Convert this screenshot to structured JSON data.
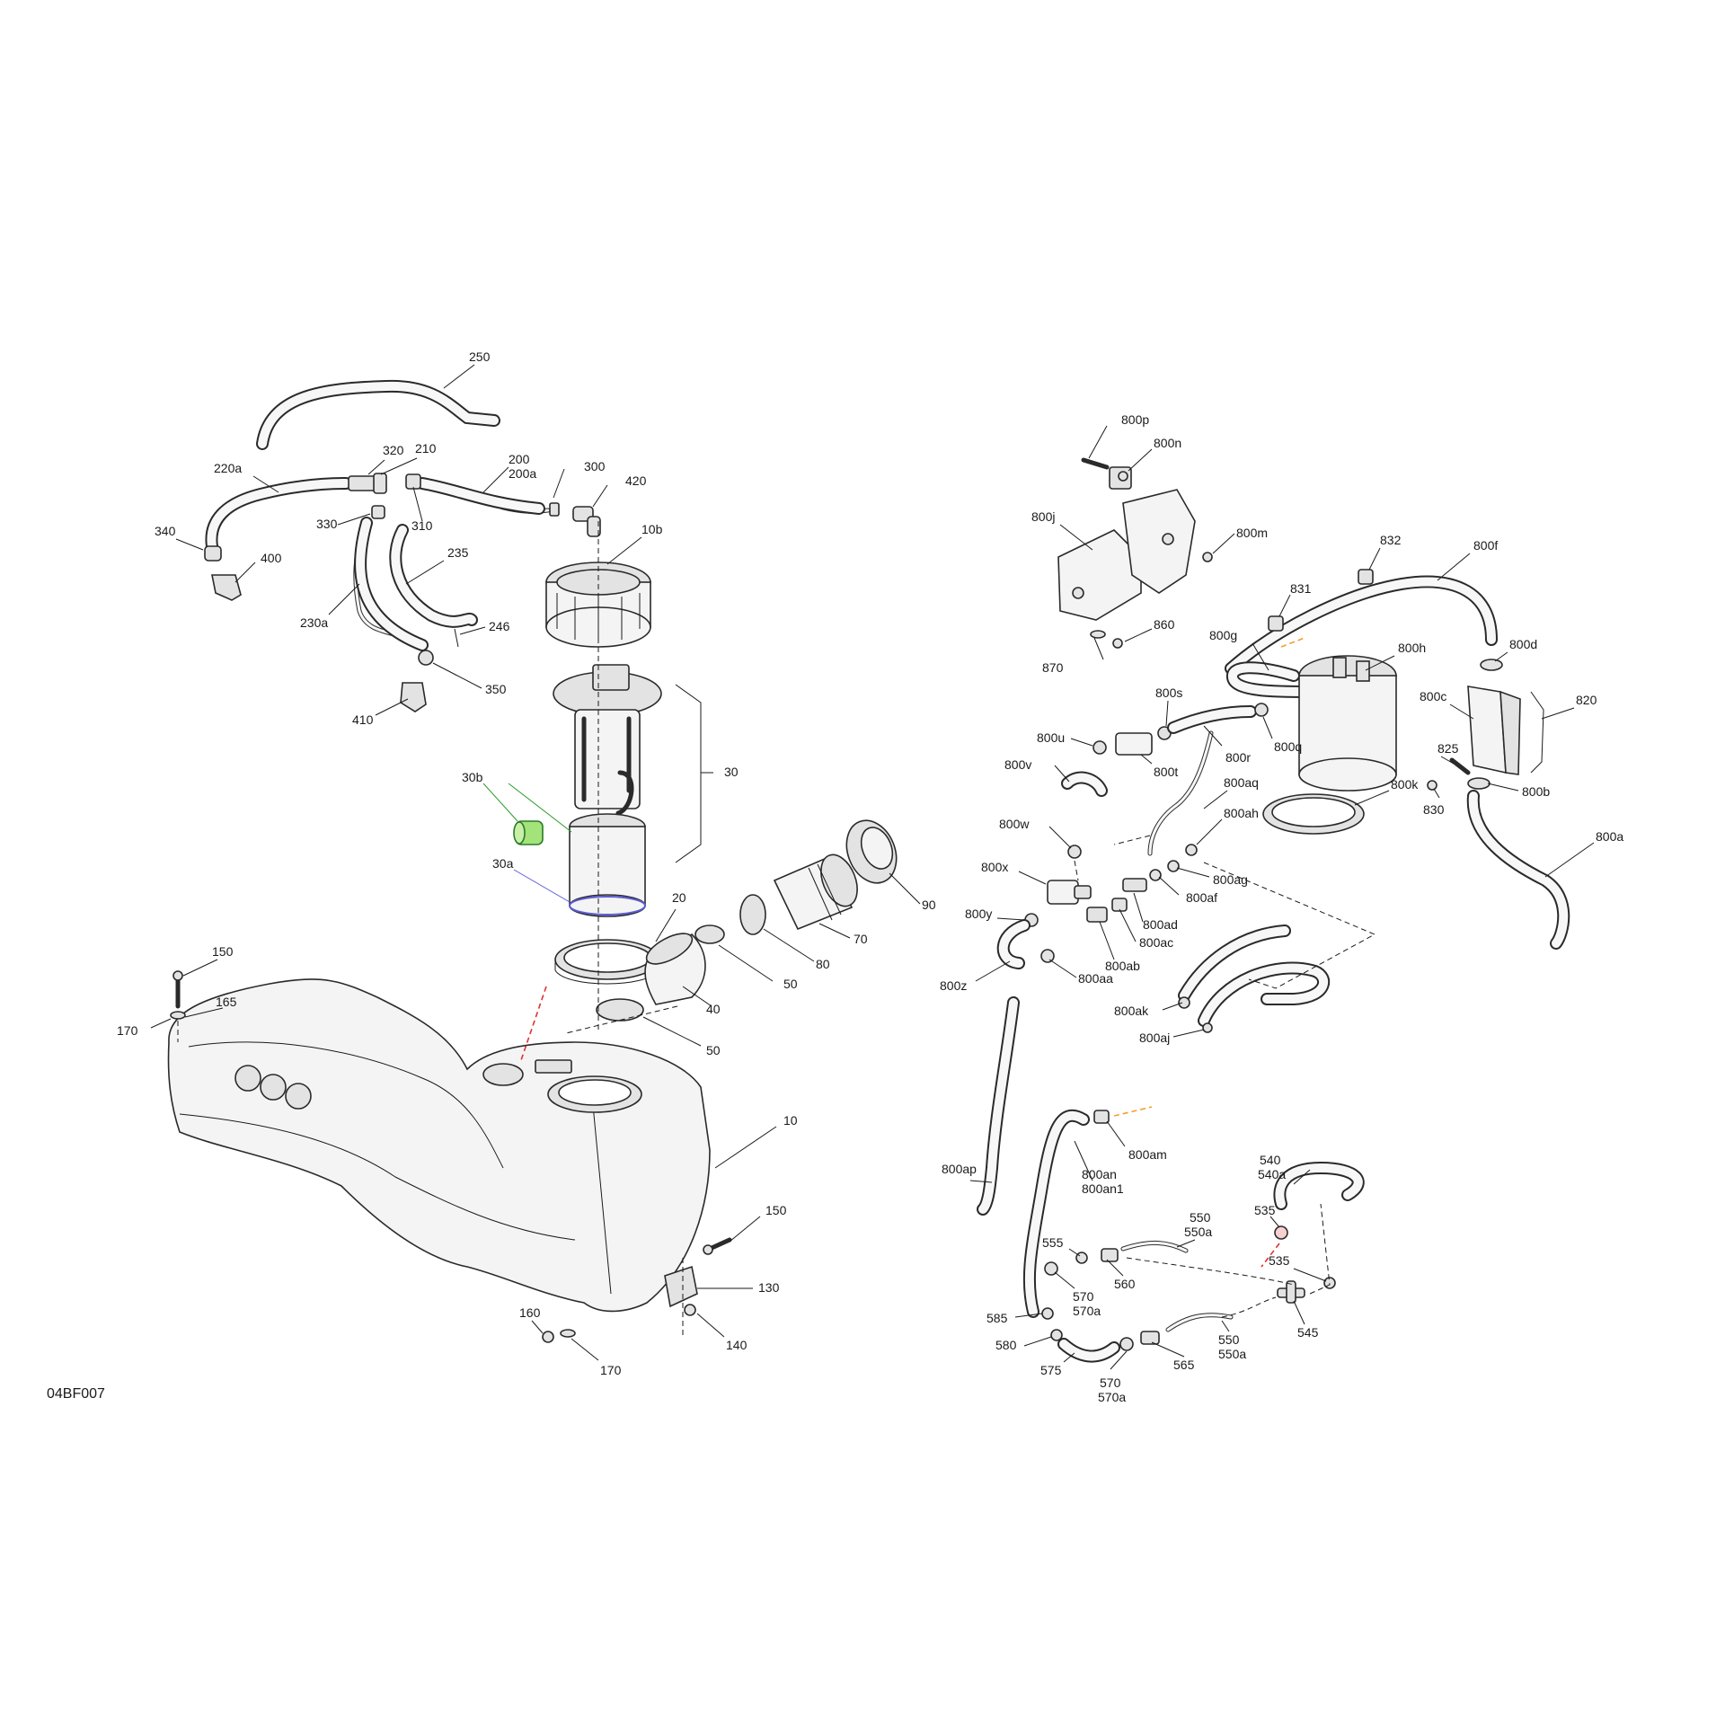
{
  "diagram": {
    "reference_code": "04BF007",
    "labels": [
      {
        "id": "l250",
        "text": "250"
      },
      {
        "id": "l220a",
        "text": "220a"
      },
      {
        "id": "l320",
        "text": "320"
      },
      {
        "id": "l210",
        "text": "210"
      },
      {
        "id": "l200",
        "text": "200"
      },
      {
        "id": "l200a",
        "text": "200a"
      },
      {
        "id": "l300",
        "text": "300"
      },
      {
        "id": "l420",
        "text": "420"
      },
      {
        "id": "l340",
        "text": "340"
      },
      {
        "id": "l330",
        "text": "330"
      },
      {
        "id": "l310",
        "text": "310"
      },
      {
        "id": "l235",
        "text": "235"
      },
      {
        "id": "l10b",
        "text": "10b"
      },
      {
        "id": "l400",
        "text": "400"
      },
      {
        "id": "l230a",
        "text": "230a"
      },
      {
        "id": "l246",
        "text": "246"
      },
      {
        "id": "l350",
        "text": "350"
      },
      {
        "id": "l410",
        "text": "410"
      },
      {
        "id": "l30",
        "text": "30"
      },
      {
        "id": "l30b",
        "text": "30b"
      },
      {
        "id": "l30a",
        "text": "30a"
      },
      {
        "id": "l20",
        "text": "20"
      },
      {
        "id": "l90",
        "text": "90"
      },
      {
        "id": "l70",
        "text": "70"
      },
      {
        "id": "l80",
        "text": "80"
      },
      {
        "id": "l50a",
        "text": "50"
      },
      {
        "id": "l40",
        "text": "40"
      },
      {
        "id": "l50b",
        "text": "50"
      },
      {
        "id": "l150a",
        "text": "150"
      },
      {
        "id": "l165",
        "text": "165"
      },
      {
        "id": "l170a",
        "text": "170"
      },
      {
        "id": "l10",
        "text": "10"
      },
      {
        "id": "l150b",
        "text": "150"
      },
      {
        "id": "l130",
        "text": "130"
      },
      {
        "id": "l140",
        "text": "140"
      },
      {
        "id": "l160",
        "text": "160"
      },
      {
        "id": "l170b",
        "text": "170"
      },
      {
        "id": "l800p",
        "text": "800p"
      },
      {
        "id": "l800n",
        "text": "800n"
      },
      {
        "id": "l800j",
        "text": "800j"
      },
      {
        "id": "l800m",
        "text": "800m"
      },
      {
        "id": "l832",
        "text": "832"
      },
      {
        "id": "l800f",
        "text": "800f"
      },
      {
        "id": "l831",
        "text": "831"
      },
      {
        "id": "l870",
        "text": "870"
      },
      {
        "id": "l860",
        "text": "860"
      },
      {
        "id": "l800g",
        "text": "800g"
      },
      {
        "id": "l800h",
        "text": "800h"
      },
      {
        "id": "l800d",
        "text": "800d"
      },
      {
        "id": "l800s",
        "text": "800s"
      },
      {
        "id": "l800c",
        "text": "800c"
      },
      {
        "id": "l820",
        "text": "820"
      },
      {
        "id": "l800u",
        "text": "800u"
      },
      {
        "id": "l800q",
        "text": "800q"
      },
      {
        "id": "l800v",
        "text": "800v"
      },
      {
        "id": "l800r",
        "text": "800r"
      },
      {
        "id": "l825",
        "text": "825"
      },
      {
        "id": "l800t",
        "text": "800t"
      },
      {
        "id": "l800aq",
        "text": "800aq"
      },
      {
        "id": "l800k",
        "text": "800k"
      },
      {
        "id": "l800b",
        "text": "800b"
      },
      {
        "id": "l830",
        "text": "830"
      },
      {
        "id": "l800w",
        "text": "800w"
      },
      {
        "id": "l800ah",
        "text": "800ah"
      },
      {
        "id": "l800a",
        "text": "800a"
      },
      {
        "id": "l800x",
        "text": "800x"
      },
      {
        "id": "l800ag",
        "text": "800ag"
      },
      {
        "id": "l800y",
        "text": "800y"
      },
      {
        "id": "l800af",
        "text": "800af"
      },
      {
        "id": "l800ad",
        "text": "800ad"
      },
      {
        "id": "l800ac",
        "text": "800ac"
      },
      {
        "id": "l800ab",
        "text": "800ab"
      },
      {
        "id": "l800aa",
        "text": "800aa"
      },
      {
        "id": "l800z",
        "text": "800z"
      },
      {
        "id": "l800ak",
        "text": "800ak"
      },
      {
        "id": "l800aj",
        "text": "800aj"
      },
      {
        "id": "l800am",
        "text": "800am"
      },
      {
        "id": "l800ap",
        "text": "800ap"
      },
      {
        "id": "l800an",
        "text": "800an"
      },
      {
        "id": "l800an1",
        "text": "800an1"
      },
      {
        "id": "l540",
        "text": "540"
      },
      {
        "id": "l540a",
        "text": "540a"
      },
      {
        "id": "l550a1",
        "text": "550"
      },
      {
        "id": "l550a2",
        "text": "550a"
      },
      {
        "id": "l535a",
        "text": "535"
      },
      {
        "id": "l555",
        "text": "555"
      },
      {
        "id": "l560",
        "text": "560"
      },
      {
        "id": "l535b",
        "text": "535"
      },
      {
        "id": "l570a1",
        "text": "570"
      },
      {
        "id": "l570a2",
        "text": "570a"
      },
      {
        "id": "l545",
        "text": "545"
      },
      {
        "id": "l585",
        "text": "585"
      },
      {
        "id": "l580",
        "text": "580"
      },
      {
        "id": "l550b1",
        "text": "550"
      },
      {
        "id": "l550b2",
        "text": "550a"
      },
      {
        "id": "l575",
        "text": "575"
      },
      {
        "id": "l565",
        "text": "565"
      },
      {
        "id": "l570b1",
        "text": "570"
      },
      {
        "id": "l570b2",
        "text": "570a"
      }
    ]
  }
}
